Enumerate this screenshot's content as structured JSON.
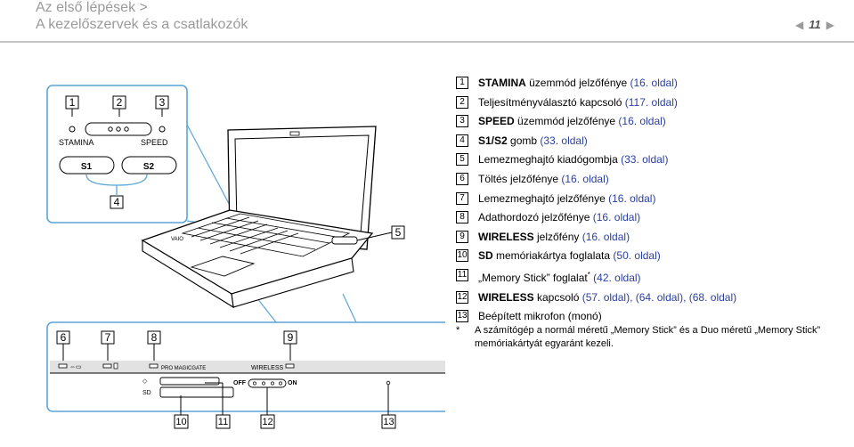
{
  "header": {
    "line1": "Az első lépések >",
    "line2": "A kezelőszervek és a csatlakozók",
    "page_number": "11"
  },
  "figure": {
    "callouts": [
      "1",
      "2",
      "3",
      "4",
      "5",
      "6",
      "7",
      "8",
      "9",
      "10",
      "11",
      "12",
      "13"
    ],
    "stamina_label": "STAMINA",
    "speed_label": "SPEED",
    "s1_label": "S1",
    "s2_label": "S2",
    "wireless_label": "WIRELESS",
    "magicgate_label": "PRO MAGICGATE",
    "off_label": "OFF",
    "on_label": "ON",
    "sd_label": "SD",
    "vaio_label": "VAIO"
  },
  "items": [
    {
      "num": "1",
      "bold": "STAMINA",
      "text": " üzemmód jelzőfénye ",
      "ref": "(16. oldal)"
    },
    {
      "num": "2",
      "bold": "",
      "text": "Teljesítményválasztó kapcsoló ",
      "ref": "(117. oldal)"
    },
    {
      "num": "3",
      "bold": "SPEED",
      "text": " üzemmód jelzőfénye ",
      "ref": "(16. oldal)"
    },
    {
      "num": "4",
      "bold": "S1/S2",
      "text": " gomb ",
      "ref": "(33. oldal)"
    },
    {
      "num": "5",
      "bold": "",
      "text": "Lemezmeghajtó kiadógombja ",
      "ref": "(33. oldal)"
    },
    {
      "num": "6",
      "bold": "",
      "text": "Töltés jelzőfénye ",
      "ref": "(16. oldal)"
    },
    {
      "num": "7",
      "bold": "",
      "text": "Lemezmeghajtó jelzőfénye ",
      "ref": "(16. oldal)"
    },
    {
      "num": "8",
      "bold": "",
      "text": "Adathordozó jelzőfénye ",
      "ref": "(16. oldal)"
    },
    {
      "num": "9",
      "bold": "WIRELESS",
      "text": " jelzőfény ",
      "ref": "(16. oldal)"
    },
    {
      "num": "10",
      "bold": "SD",
      "text": " memóriakártya foglalata ",
      "ref": "(50. oldal)"
    },
    {
      "num": "11",
      "bold": "",
      "text": "„Memory Stick” foglalat",
      "sup": "*",
      "text2": " ",
      "ref": "(42. oldal)"
    },
    {
      "num": "12",
      "bold": "WIRELESS",
      "text": " kapcsoló ",
      "ref": "(57. oldal), (64. oldal), (68. oldal)"
    },
    {
      "num": "13",
      "bold": "",
      "text": "Beépített mikrofon (monó)",
      "ref": ""
    }
  ],
  "footnote": {
    "star": "*",
    "text": "A számítógép a normál méretű „Memory Stick” és a Duo méretű „Memory Stick” memóriakártyát egyaránt kezeli."
  },
  "colors": {
    "header_gray": "#9a9a9a",
    "link_blue": "#2a3fa0",
    "rule": "#c4c4c4"
  }
}
